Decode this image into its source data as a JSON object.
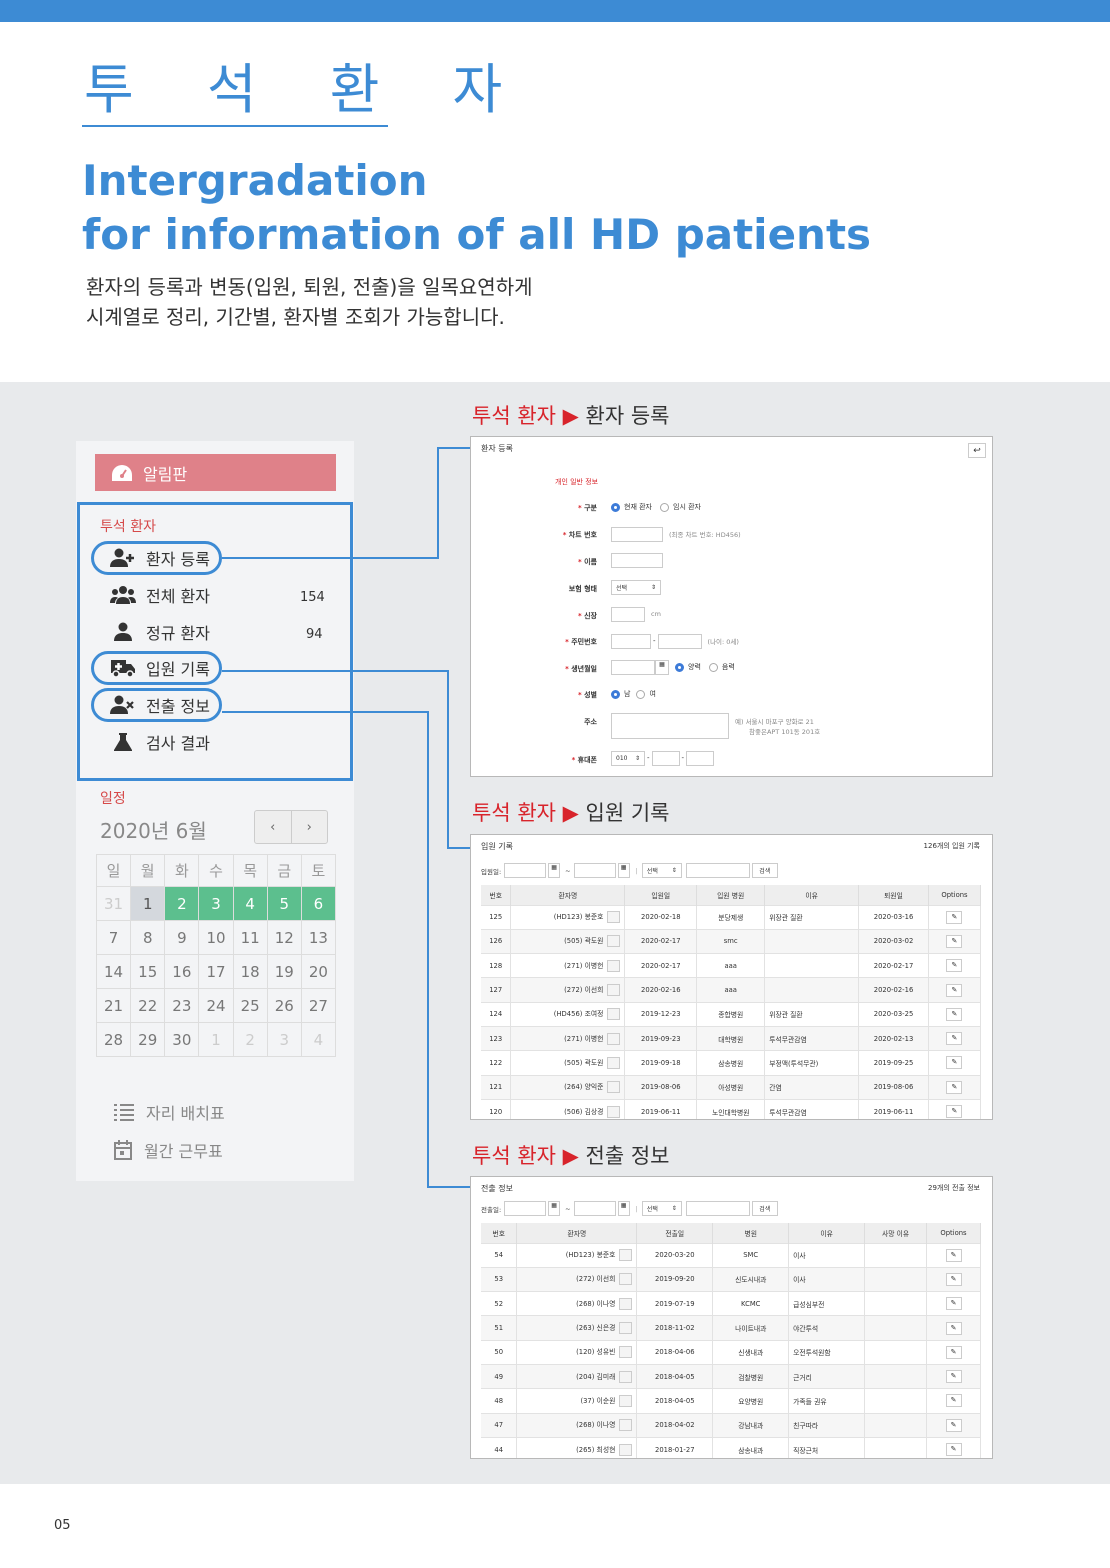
{
  "header": {
    "title_kr": "투 석 환 자",
    "title_en_1": "Intergradation",
    "title_en_2": "for information of all HD patients",
    "desc_1": "환자의 등록과 변동(입원, 퇴원, 전출)을 일목요연하게",
    "desc_2": "시계열로 정리, 기간별, 환자별 조회가 가능합니다."
  },
  "page_number": "05",
  "sidebar": {
    "notice": "알림판",
    "menu_head": "투석 환자",
    "items": [
      {
        "label": "환자 등록",
        "icon": "user-plus-icon",
        "count": ""
      },
      {
        "label": "전체 환자",
        "icon": "users-icon",
        "count": "154"
      },
      {
        "label": "정규 환자",
        "icon": "user-icon",
        "count": "94"
      },
      {
        "label": "입원 기록",
        "icon": "ambulance-icon",
        "count": ""
      },
      {
        "label": "전출 정보",
        "icon": "user-times-icon",
        "count": ""
      },
      {
        "label": "검사 결과",
        "icon": "flask-icon",
        "count": ""
      }
    ],
    "schedule": "일정",
    "month": "2020년 6월",
    "prev": "‹",
    "next": "›",
    "weekdays": [
      "일",
      "월",
      "화",
      "수",
      "목",
      "금",
      "토"
    ],
    "weeks": [
      [
        "31",
        "1",
        "2",
        "3",
        "4",
        "5",
        "6"
      ],
      [
        "7",
        "8",
        "9",
        "10",
        "11",
        "12",
        "13"
      ],
      [
        "14",
        "15",
        "16",
        "17",
        "18",
        "19",
        "20"
      ],
      [
        "21",
        "22",
        "23",
        "24",
        "25",
        "26",
        "27"
      ],
      [
        "28",
        "29",
        "30",
        "1",
        "2",
        "3",
        "4"
      ]
    ],
    "seat": "자리 배치표",
    "duty": "월간 근무표"
  },
  "sections": {
    "reg": {
      "a": "투석 환자",
      "b": "▶",
      "c": "환자 등록"
    },
    "adm": {
      "a": "투석 환자",
      "b": "▶",
      "c": "입원 기록"
    },
    "trn": {
      "a": "투석 환자",
      "b": "▶",
      "c": "전출 정보"
    }
  },
  "reg_form": {
    "title": "환자 등록",
    "back": "↩",
    "section": "개인 일반 정보",
    "type_label": "구분",
    "type_opt1": "현재 환자",
    "type_opt2": "임시 환자",
    "chart_label": "차트 번호",
    "chart_hint": "(최종 차트 번호: HD456)",
    "name_label": "이름",
    "ins_label": "보험 형태",
    "ins_select": "선택",
    "height_label": "신장",
    "height_unit": "cm",
    "rrn_label": "주민번호",
    "rrn_sep": "-",
    "rrn_hint": "(나이: 0세)",
    "birth_label": "생년월일",
    "birth_opt1": "양력",
    "birth_opt2": "음력",
    "sex_label": "성별",
    "sex_opt1": "남",
    "sex_opt2": "여",
    "addr_label": "주소",
    "addr_hint_1": "예) 서울시 마포구 양화로 21",
    "addr_hint_2": "참좋은APT 101동 201호",
    "phone_label": "휴대폰",
    "phone_prefix": "010",
    "phone_sep": "-"
  },
  "admission": {
    "title": "입원 기록",
    "count": "126개의 입원 기록",
    "filter_label": "입원일:",
    "tilde": "~",
    "bar": "|",
    "select": "선택",
    "search": "검색",
    "headers": [
      "번호",
      "환자명",
      "입원일",
      "입원 병원",
      "이유",
      "퇴원일",
      "Options"
    ],
    "rows": [
      [
        "125",
        "(HD123) 봉준호",
        "2020-02-18",
        "분당제생",
        "위장관 질환",
        "2020-03-16"
      ],
      [
        "126",
        "(505) 곽도원",
        "2020-02-17",
        "smc",
        "",
        "2020-03-02"
      ],
      [
        "128",
        "(271) 이병헌",
        "2020-02-17",
        "aaa",
        "",
        "2020-02-17"
      ],
      [
        "127",
        "(272) 이선희",
        "2020-02-16",
        "aaa",
        "",
        "2020-02-16"
      ],
      [
        "124",
        "(HD456) 조여정",
        "2019-12-23",
        "종합병원",
        "위장관 질환",
        "2020-03-25"
      ],
      [
        "123",
        "(271) 이병헌",
        "2019-09-23",
        "대학병원",
        "투석무관감염",
        "2020-02-13"
      ],
      [
        "122",
        "(505) 곽도원",
        "2019-09-18",
        "삼송병원",
        "부정맥(투석무관)",
        "2019-09-25"
      ],
      [
        "121",
        "(264) 양익준",
        "2019-08-06",
        "아성병원",
        "간염",
        "2019-08-06"
      ],
      [
        "120",
        "(506) 김상경",
        "2019-06-11",
        "노인대학병원",
        "투석무관감염",
        "2019-06-11"
      ]
    ]
  },
  "transfer": {
    "title": "전출 정보",
    "count": "29개의 전출 정보",
    "filter_label": "전출일:",
    "tilde": "~",
    "bar": "|",
    "select": "선택",
    "search": "검색",
    "headers": [
      "번호",
      "환자명",
      "전출일",
      "병원",
      "이유",
      "사망 이유",
      "Options"
    ],
    "rows": [
      [
        "54",
        "(HD123) 봉준호",
        "2020-03-20",
        "SMC",
        "이사",
        ""
      ],
      [
        "53",
        "(272) 이선희",
        "2019-09-20",
        "신도시내과",
        "이사",
        ""
      ],
      [
        "52",
        "(268) 이나영",
        "2019-07-19",
        "KCMC",
        "급성심부전",
        ""
      ],
      [
        "51",
        "(263) 신은경",
        "2018-11-02",
        "나이트내과",
        "야간투석",
        ""
      ],
      [
        "50",
        "(120) 성유빈",
        "2018-04-06",
        "신생내과",
        "오전투석원함",
        ""
      ],
      [
        "49",
        "(204) 김미래",
        "2018-04-05",
        "검찰병원",
        "근거리",
        ""
      ],
      [
        "48",
        "(37) 이순원",
        "2018-04-05",
        "요양병원",
        "가족들 권유",
        ""
      ],
      [
        "47",
        "(268) 이나영",
        "2018-04-02",
        "강남내과",
        "친구따라",
        ""
      ],
      [
        "44",
        "(265) 최성현",
        "2018-01-27",
        "삼송내과",
        "직장근처",
        ""
      ]
    ]
  },
  "colors": {
    "accent": "#3d8bd4",
    "notice": "#df8189",
    "event": "#5cbf8e",
    "red": "#d8242b"
  }
}
